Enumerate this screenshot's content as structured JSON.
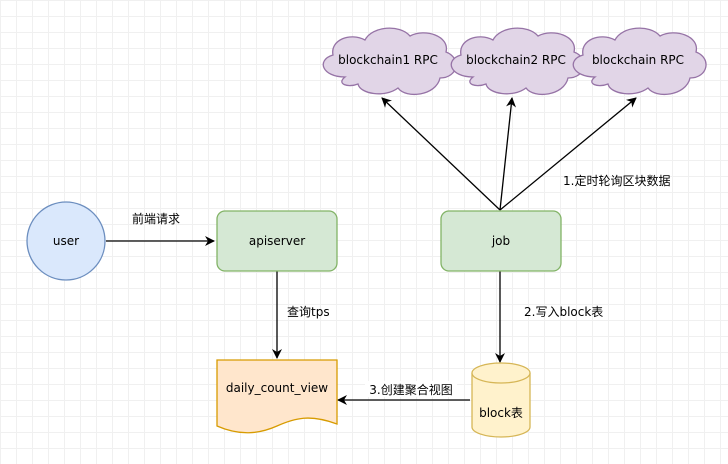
{
  "nodes": {
    "user": {
      "label": "user",
      "fill": "#dae8fc",
      "stroke": "#6c8ebf"
    },
    "apiserver": {
      "label": "apiserver",
      "fill": "#d5e8d4",
      "stroke": "#82b366"
    },
    "job": {
      "label": "job",
      "fill": "#d5e8d4",
      "stroke": "#82b366"
    },
    "cloud1": {
      "label": "blockchain1 RPC",
      "fill": "#e1d5e7",
      "stroke": "#9673a6"
    },
    "cloud2": {
      "label": "blockchain2 RPC",
      "fill": "#e1d5e7",
      "stroke": "#9673a6"
    },
    "cloud3": {
      "label": "blockchain RPC",
      "fill": "#e1d5e7",
      "stroke": "#9673a6"
    },
    "view": {
      "label": "daily_count_view",
      "fill": "#ffe6cc",
      "stroke": "#d79b00"
    },
    "db": {
      "label": "block表",
      "fill": "#fff2cc",
      "stroke": "#d6b656"
    }
  },
  "edges": {
    "user_to_apiserver": "前端请求",
    "api_to_view": "查询tps",
    "job_to_clouds": "1.定时轮询区块数据",
    "job_to_db": "2.写入block表",
    "db_to_view": "3.创建聚合视图"
  }
}
